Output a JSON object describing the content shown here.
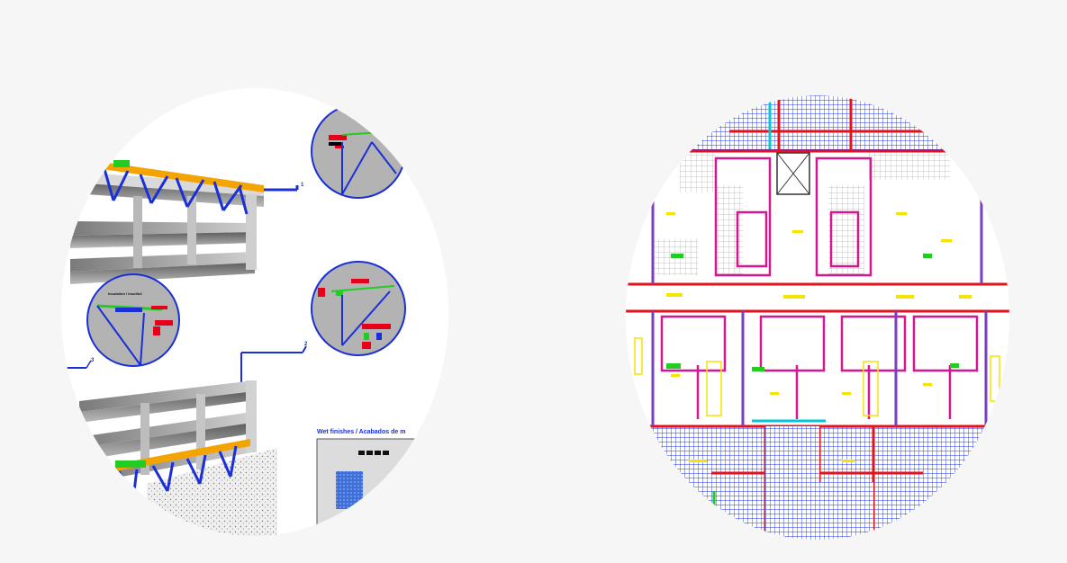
{
  "left_illustration": {
    "detail_bubble_2_title": "Insulation / Insulfoil",
    "finishes_label": "Wet finishes / Acabados de m",
    "marker_1": "1",
    "marker_2": "2",
    "marker_3": "3"
  },
  "colors": {
    "background": "#f6f6f6",
    "bracket_blue": "#1a2fd6",
    "cladding_orange": "#f4a400",
    "cladding_green": "#22cc22",
    "marker_red": "#e8001a",
    "bubble_gray": "#b3b3b3",
    "plan_magenta": "#d4178f",
    "plan_red": "#e3121c",
    "plan_yellow": "#f5e400",
    "plan_cyan": "#00c8d8",
    "plan_blue": "#1e33e6",
    "plan_purple": "#7a3fc0"
  }
}
